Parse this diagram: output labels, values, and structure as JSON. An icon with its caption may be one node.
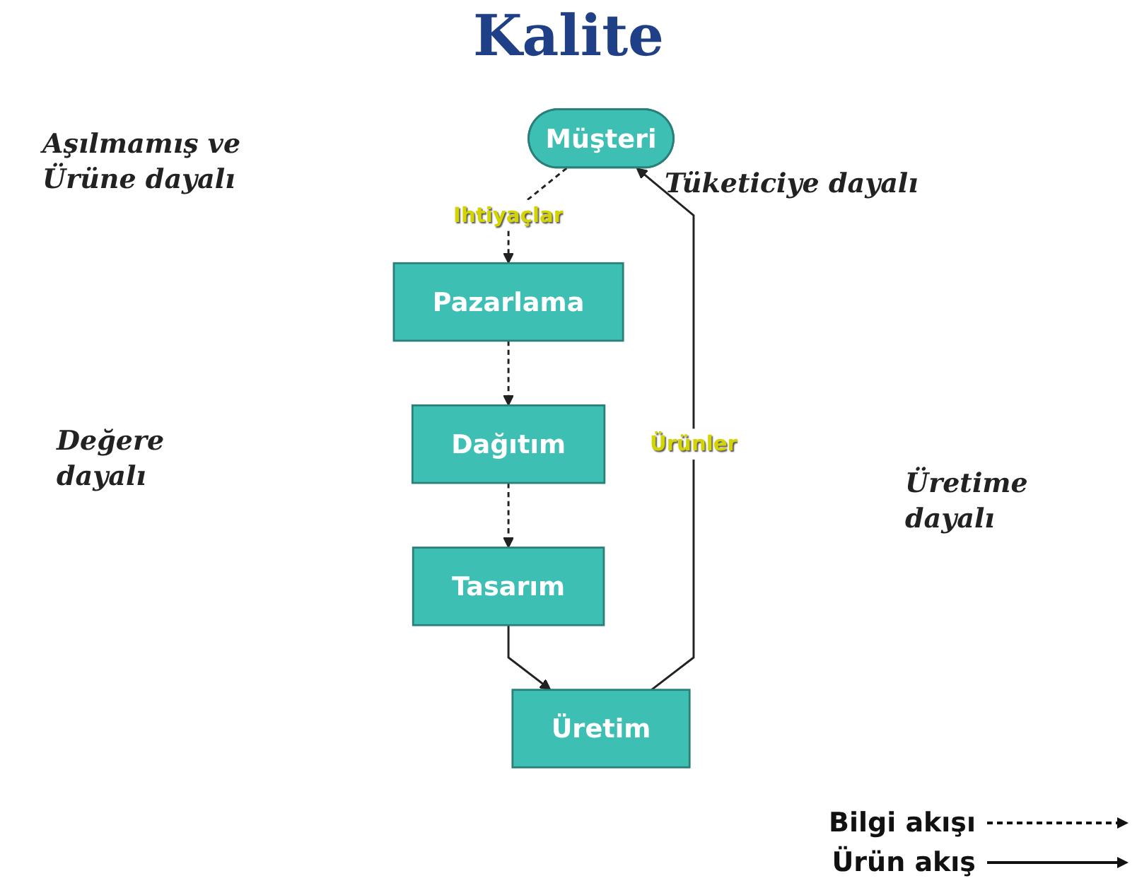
{
  "diagram": {
    "title": "Kalite",
    "nodes": [
      {
        "text": [
          "Müşteri"
        ]
      },
      {
        "text": [
          "Pazarlama"
        ]
      },
      {
        "text": [
          "Dağıtım"
        ]
      },
      {
        "text": [
          "Tasarım"
        ]
      },
      {
        "text": [
          "Üretim"
        ]
      }
    ],
    "edges": [
      {
        "from": 0,
        "to": 1,
        "arrow": "to",
        "style": "dashed",
        "label": "Ihtiyaçlar"
      },
      {
        "from": 1,
        "to": 2,
        "arrow": "to",
        "style": "dashed"
      },
      {
        "from": 2,
        "to": 3,
        "arrow": "to",
        "style": "dashed"
      },
      {
        "from": 3,
        "to": 4,
        "arrow": "to"
      },
      {
        "from": 4,
        "to": 0,
        "arrow": "to",
        "label": "Ürünler"
      }
    ],
    "labels": [
      "Aşılmamış ve Ürüne dayalı",
      "Tüketiciye dayalı",
      "Değere dayalı",
      "Üretime dayalı"
    ],
    "legend": [
      {
        "text": "Bilgi akışı"
      },
      {
        "text": "Ürün akış"
      }
    ]
  }
}
